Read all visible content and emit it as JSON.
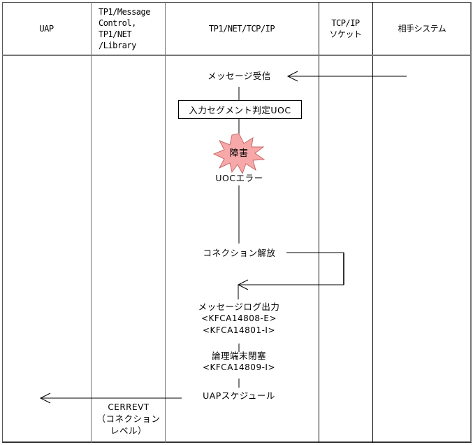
{
  "columns": [
    {
      "label": "UAP"
    },
    {
      "label": "TP1/Message\nControl,\nTP1/NET\n/Library"
    },
    {
      "label": "TP1/NET/TCP/IP"
    },
    {
      "label": "TCP/IP\nソケット"
    },
    {
      "label": "相手システム"
    }
  ],
  "flow": {
    "message_receive": "メッセージ受信",
    "segment_uoc": "入力セグメント判定UOC",
    "failure_burst": "障害",
    "uoc_error": "UOCエラー",
    "connection_release": "コネクション解放",
    "message_log": "メッセージログ出力",
    "msg_code_1": "<KFCA14808-E>",
    "msg_code_2": "<KFCA14801-I>",
    "terminal_close": "論理端末閉塞",
    "msg_code_3": "<KFCA14809-I>",
    "uap_schedule": "UAPスケジュール",
    "event_name": "CERREVT",
    "event_detail_1": "（コネクション",
    "event_detail_2": "レベル）"
  },
  "colors": {
    "burst_fill": "#f7a9a9",
    "burst_stroke": "#c86a6a"
  }
}
